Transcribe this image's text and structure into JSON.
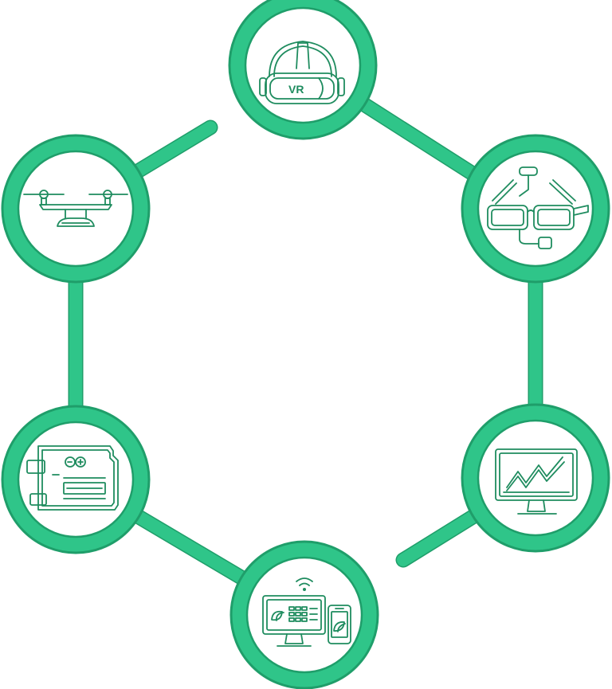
{
  "diagram": {
    "accent": "#2fc589",
    "accent_dark": "#1f9e6a",
    "icon_color": "#1f8c5f",
    "nodes": [
      {
        "id": "vr",
        "icon": "vr-headset-icon",
        "text": "VR"
      },
      {
        "id": "glasses",
        "icon": "smart-glasses-icon"
      },
      {
        "id": "analytics",
        "icon": "analytics-monitor-icon"
      },
      {
        "id": "iot",
        "icon": "iot-devices-icon"
      },
      {
        "id": "board",
        "icon": "microcontroller-board-icon"
      },
      {
        "id": "drone",
        "icon": "drone-icon"
      }
    ]
  }
}
